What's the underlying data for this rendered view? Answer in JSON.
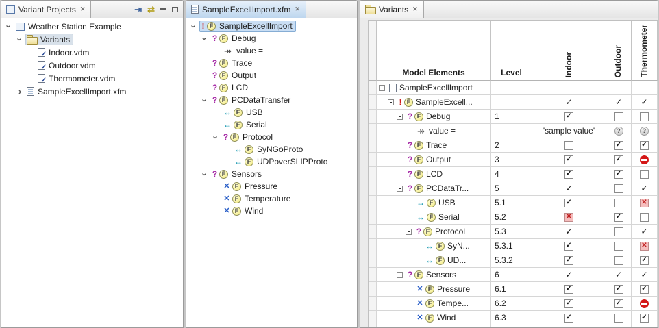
{
  "icons": {
    "close": "✕",
    "twist": "›",
    "arrow_to_bar": "⇥",
    "swap_arrows": "⇄",
    "check": "✓",
    "cross": "✕",
    "double_arrow": "↔",
    "exclaim": "!",
    "question": "?",
    "feature": "F",
    "value_arrow": "↠"
  },
  "left_panel": {
    "tab_label": "Variant Projects",
    "tree": [
      {
        "label": "Weather Station Example",
        "depth": 0,
        "expand": "expanded",
        "icon": "project"
      },
      {
        "label": "Variants",
        "depth": 1,
        "expand": "expanded",
        "icon": "folder",
        "selected": "unfocused"
      },
      {
        "label": "Indoor.vdm",
        "depth": 2,
        "expand": "none",
        "icon": "vdm"
      },
      {
        "label": "Outdoor.vdm",
        "depth": 2,
        "expand": "none",
        "icon": "vdm"
      },
      {
        "label": "Thermometer.vdm",
        "depth": 2,
        "expand": "none",
        "icon": "vdm"
      },
      {
        "label": "SampleExcellImport.xfm",
        "depth": 1,
        "expand": "collapsed",
        "icon": "xfm"
      }
    ]
  },
  "editor_panel": {
    "tab_label": "SampleExcellImport.xfm",
    "tree": [
      {
        "label": "SampleExcellImport",
        "depth": 0,
        "expand": "expanded",
        "badges": [
          "exclaim",
          "feature"
        ],
        "selected": "focused"
      },
      {
        "label": "Debug",
        "depth": 1,
        "expand": "expanded",
        "badges": [
          "question",
          "feature"
        ]
      },
      {
        "label": "value =",
        "depth": 2,
        "expand": "none",
        "badges": [
          "value-arrow"
        ]
      },
      {
        "label": "Trace",
        "depth": 1,
        "expand": "none",
        "badges": [
          "question",
          "feature"
        ]
      },
      {
        "label": "Output",
        "depth": 1,
        "expand": "none",
        "badges": [
          "question",
          "feature"
        ]
      },
      {
        "label": "LCD",
        "depth": 1,
        "expand": "none",
        "badges": [
          "question",
          "feature"
        ]
      },
      {
        "label": "PCDataTransfer",
        "depth": 1,
        "expand": "expanded",
        "badges": [
          "question",
          "feature"
        ]
      },
      {
        "label": "USB",
        "depth": 2,
        "expand": "none",
        "badges": [
          "alternative",
          "feature"
        ]
      },
      {
        "label": "Serial",
        "depth": 2,
        "expand": "none",
        "badges": [
          "alternative",
          "feature"
        ]
      },
      {
        "label": "Protocol",
        "depth": 2,
        "expand": "expanded",
        "badges": [
          "question",
          "feature"
        ]
      },
      {
        "label": "SyNGoProto",
        "depth": 3,
        "expand": "none",
        "badges": [
          "alternative",
          "feature"
        ]
      },
      {
        "label": "UDPoverSLIPProto",
        "depth": 3,
        "expand": "none",
        "badges": [
          "alternative",
          "feature"
        ]
      },
      {
        "label": "Sensors",
        "depth": 1,
        "expand": "expanded",
        "badges": [
          "question",
          "feature"
        ]
      },
      {
        "label": "Pressure",
        "depth": 2,
        "expand": "none",
        "badges": [
          "or",
          "feature"
        ]
      },
      {
        "label": "Temperature",
        "depth": 2,
        "expand": "none",
        "badges": [
          "or",
          "feature"
        ]
      },
      {
        "label": "Wind",
        "depth": 2,
        "expand": "none",
        "badges": [
          "or",
          "feature"
        ]
      }
    ]
  },
  "variants_panel": {
    "tab_label": "Variants",
    "header": {
      "model_elements": "Model Elements",
      "level": "Level",
      "variants": [
        "Indoor",
        "Outdoor",
        "Thermometer"
      ]
    },
    "rows": [
      {
        "label": "SampleExcellImport",
        "depth": 0,
        "expander": true,
        "badges": [
          "xfm"
        ],
        "level": "",
        "cells": [
          "none",
          "none",
          "none"
        ]
      },
      {
        "label": "SampleExcell...",
        "depth": 1,
        "expander": true,
        "badges": [
          "exclaim",
          "feature"
        ],
        "level": "",
        "cells": [
          "check",
          "check",
          "check"
        ]
      },
      {
        "label": "Debug",
        "depth": 2,
        "expander": true,
        "badges": [
          "question",
          "feature"
        ],
        "level": "1",
        "cells": [
          "cb-checked",
          "cb-empty",
          "cb-empty"
        ]
      },
      {
        "label": "value =",
        "depth": 3,
        "expander": false,
        "badges": [
          "value-arrow"
        ],
        "level": "",
        "cells": [
          {
            "text": "'sample value'"
          },
          "question-grey",
          "question-grey"
        ]
      },
      {
        "label": "Trace",
        "depth": 2,
        "expander": false,
        "badges": [
          "question",
          "feature"
        ],
        "level": "2",
        "cells": [
          "cb-empty",
          "cb-checked",
          "cb-checked"
        ]
      },
      {
        "label": "Output",
        "depth": 2,
        "expander": false,
        "badges": [
          "question",
          "feature"
        ],
        "level": "3",
        "cells": [
          "cb-checked",
          "cb-checked",
          "nosign"
        ]
      },
      {
        "label": "LCD",
        "depth": 2,
        "expander": false,
        "badges": [
          "question",
          "feature"
        ],
        "level": "4",
        "cells": [
          "cb-checked",
          "cb-checked",
          "cb-empty"
        ]
      },
      {
        "label": "PCDataTr...",
        "depth": 2,
        "expander": true,
        "badges": [
          "question",
          "feature"
        ],
        "level": "5",
        "cells": [
          "check",
          "cb-empty",
          "check"
        ]
      },
      {
        "label": "USB",
        "depth": 3,
        "expander": false,
        "badges": [
          "alternative",
          "feature"
        ],
        "level": "5.1",
        "cells": [
          "cb-checked",
          "cb-empty",
          "cb-xred"
        ]
      },
      {
        "label": "Serial",
        "depth": 3,
        "expander": false,
        "badges": [
          "alternative",
          "feature"
        ],
        "level": "5.2",
        "cells": [
          "cb-xred",
          "cb-checked",
          "cb-empty"
        ]
      },
      {
        "label": "Protocol",
        "depth": 3,
        "expander": true,
        "badges": [
          "question",
          "feature"
        ],
        "level": "5.3",
        "cells": [
          "check",
          "cb-empty",
          "check"
        ]
      },
      {
        "label": "SyN...",
        "depth": 4,
        "expander": false,
        "badges": [
          "alternative",
          "feature"
        ],
        "level": "5.3.1",
        "cells": [
          "cb-checked",
          "cb-empty",
          "cb-xred"
        ]
      },
      {
        "label": "UD...",
        "depth": 4,
        "expander": false,
        "badges": [
          "alternative",
          "feature"
        ],
        "level": "5.3.2",
        "cells": [
          "cb-checked",
          "cb-empty",
          "cb-checked"
        ]
      },
      {
        "label": "Sensors",
        "depth": 2,
        "expander": true,
        "badges": [
          "question",
          "feature"
        ],
        "level": "6",
        "cells": [
          "check",
          "check",
          "check"
        ]
      },
      {
        "label": "Pressure",
        "depth": 3,
        "expander": false,
        "badges": [
          "or",
          "feature"
        ],
        "level": "6.1",
        "cells": [
          "cb-checked",
          "cb-checked",
          "cb-checked"
        ]
      },
      {
        "label": "Tempe...",
        "depth": 3,
        "expander": false,
        "badges": [
          "or",
          "feature"
        ],
        "level": "6.2",
        "cells": [
          "cb-checked",
          "cb-checked",
          "nosign"
        ]
      },
      {
        "label": "Wind",
        "depth": 3,
        "expander": false,
        "badges": [
          "or",
          "feature"
        ],
        "level": "6.3",
        "cells": [
          "cb-checked",
          "cb-empty",
          "cb-checked"
        ]
      }
    ]
  }
}
